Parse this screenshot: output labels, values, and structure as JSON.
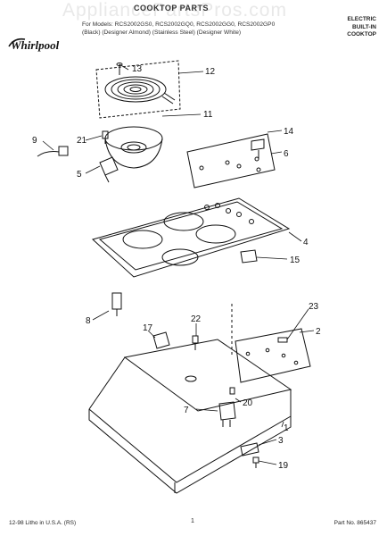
{
  "watermark": "AppliancePartsPros.com",
  "header": {
    "brand": "Whirlpool",
    "title": "COOKTOP PARTS",
    "models_line1": "For Models: RCS2002GS0, RCS2002GQ0, RCS2002GG0, RCS2002GP0",
    "models_line2": "(Black) (Designer Almond) (Stainless Steel) (Designer White)",
    "type_line1": "ELECTRIC",
    "type_line2": "BUILT-IN",
    "type_line3": "COOKTOP"
  },
  "callouts": {
    "c13": "13",
    "c12": "12",
    "c11": "11",
    "c9": "9",
    "c21": "21",
    "c5": "5",
    "c14": "14",
    "c6": "6",
    "c4": "4",
    "c15": "15",
    "c8": "8",
    "c17": "17",
    "c22": "22",
    "c23": "23",
    "c2": "2",
    "c7": "7",
    "c20": "20",
    "c1": "1",
    "c3": "3",
    "c19": "19"
  },
  "footer": {
    "print_info": "12-98 Litho in U.S.A. (RS)",
    "page": "1",
    "part_no": "Part No. 865437"
  }
}
